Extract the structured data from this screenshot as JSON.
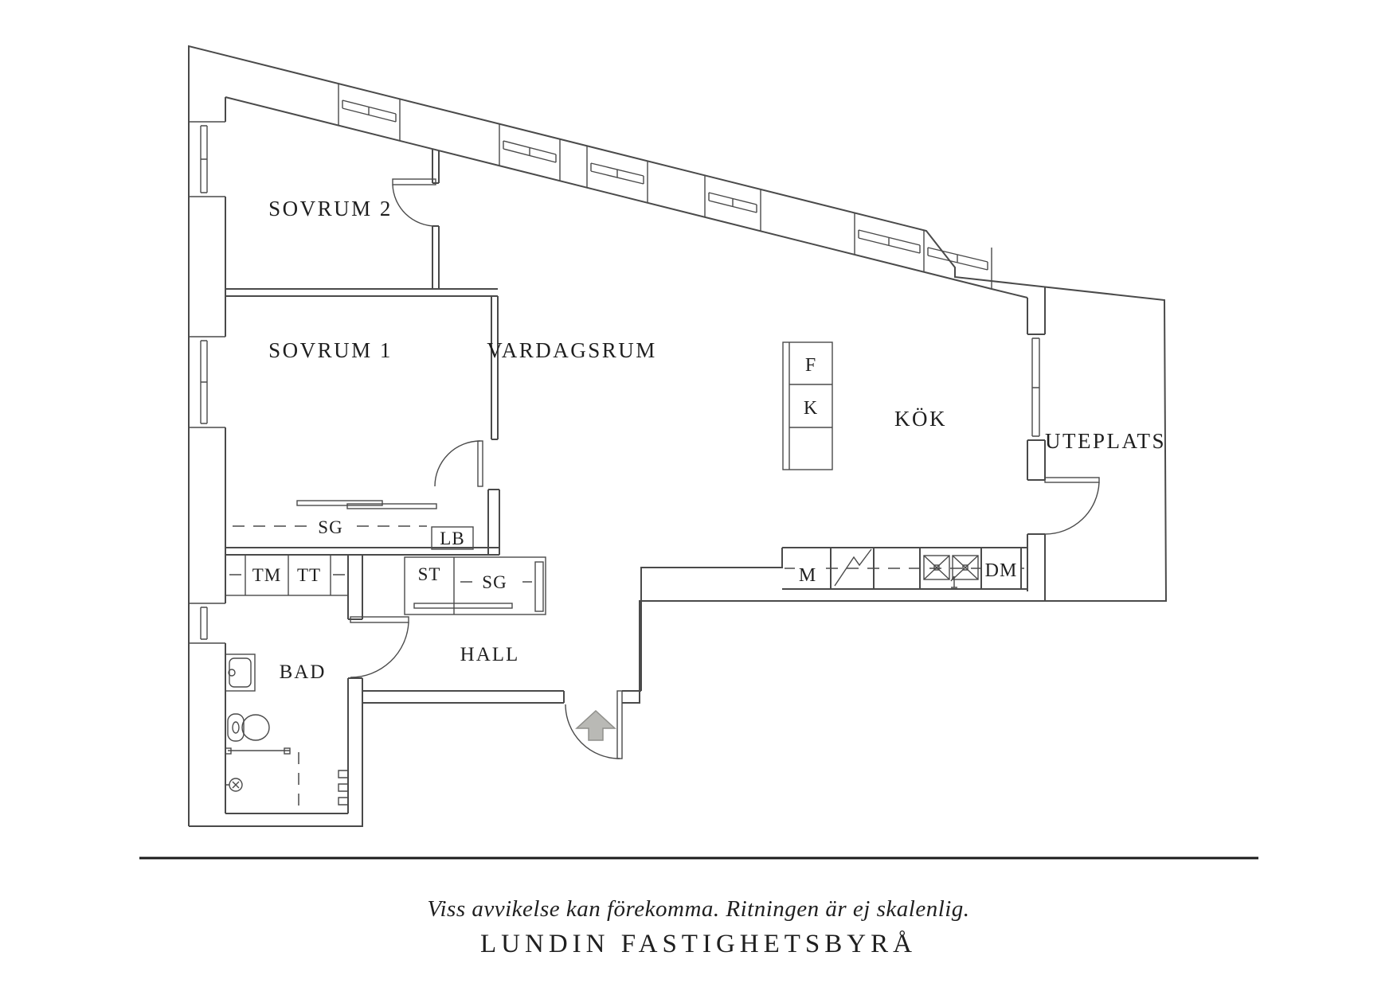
{
  "document": {
    "type": "apartment-floor-plan"
  },
  "rooms": {
    "sovrum2": "SOVRUM 2",
    "sovrum1": "SOVRUM 1",
    "vardagsrum": "VARDAGSRUM",
    "kok": "KÖK",
    "uteplats": "UTEPLATS",
    "bad": "BAD",
    "hall": "HALL"
  },
  "annotations": {
    "sg_bedroom": "SG",
    "lb": "LB",
    "st": "ST",
    "sg_hall": "SG",
    "tm": "TM",
    "tt": "TT",
    "m": "M",
    "dm": "DM",
    "fridge": "F",
    "freezer": "K"
  },
  "footer": {
    "disclaimer": "Viss avvikelse kan förekomma. Ritningen är ej skalenlig.",
    "brand": "LUNDIN FASTIGHETSBYRÅ"
  },
  "colors": {
    "wall": "#4a4a4a",
    "text": "#1f1f1f",
    "arrow_fill": "#b9b9b5",
    "arrow_stroke": "#8f8f8b"
  }
}
